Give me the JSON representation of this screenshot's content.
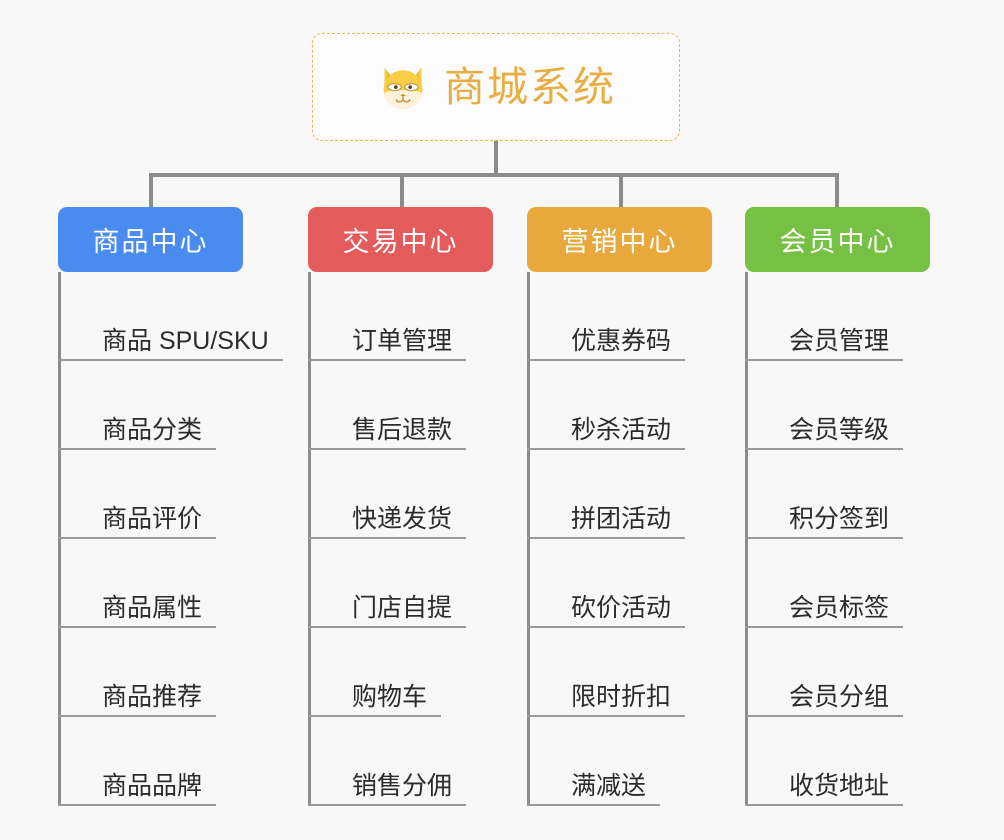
{
  "page": {
    "background_color": "#F8F8F8",
    "type": "mindmap"
  },
  "root": {
    "title": "商城系统",
    "icon": "shiba-dog-face-emoji",
    "text_color": "#E8AE44",
    "border_color": "#E8B45C",
    "background_color": "#FCFCFC"
  },
  "branches": [
    {
      "title": "商品中心",
      "color": "#4A8BF0",
      "items": [
        "商品 SPU/SKU",
        "商品分类",
        "商品评价",
        "商品属性",
        "商品推荐",
        "商品品牌"
      ]
    },
    {
      "title": "交易中心",
      "color": "#E35B5B",
      "items": [
        "订单管理",
        "售后退款",
        "快递发货",
        "门店自提",
        "购物车",
        "销售分佣"
      ]
    },
    {
      "title": "营销中心",
      "color": "#E8A83C",
      "items": [
        "优惠券码",
        "秒杀活动",
        "拼团活动",
        "砍价活动",
        "限时折扣",
        "满减送"
      ]
    },
    {
      "title": "会员中心",
      "color": "#76C043",
      "items": [
        "会员管理",
        "会员等级",
        "积分签到",
        "会员标签",
        "会员分组",
        "收货地址"
      ]
    }
  ],
  "connector_color": "#8C8C8C"
}
